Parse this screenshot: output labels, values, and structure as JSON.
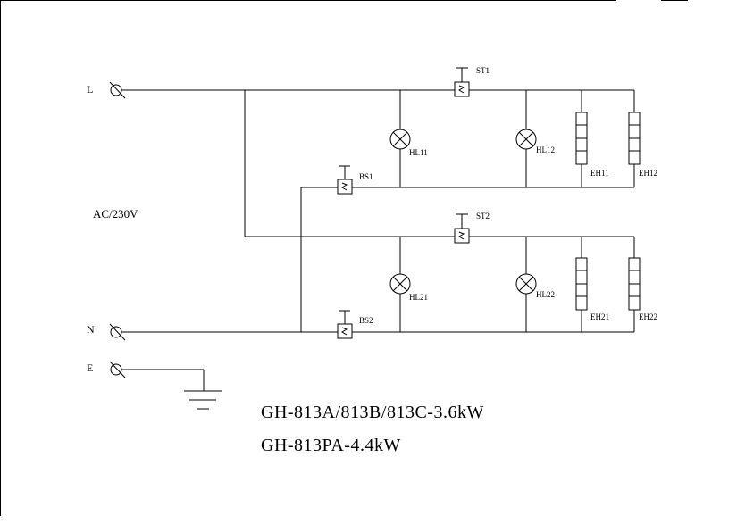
{
  "terminals": {
    "live": "L",
    "neutral": "N",
    "earth": "E"
  },
  "supply": "AC/230V",
  "thermostats": {
    "st1": "ST1",
    "st2": "ST2"
  },
  "protectors": {
    "bs1": "BS1",
    "bs2": "BS2"
  },
  "lamps": {
    "hl11": "HL11",
    "hl12": "HL12",
    "hl21": "HL21",
    "hl22": "HL22"
  },
  "heaters": {
    "eh11": "EH11",
    "eh12": "EH12",
    "eh21": "EH21",
    "eh22": "EH22"
  },
  "models": {
    "line1": "GH-813A/813B/813C-3.6kW",
    "line2": "GH-813PA-4.4kW"
  }
}
